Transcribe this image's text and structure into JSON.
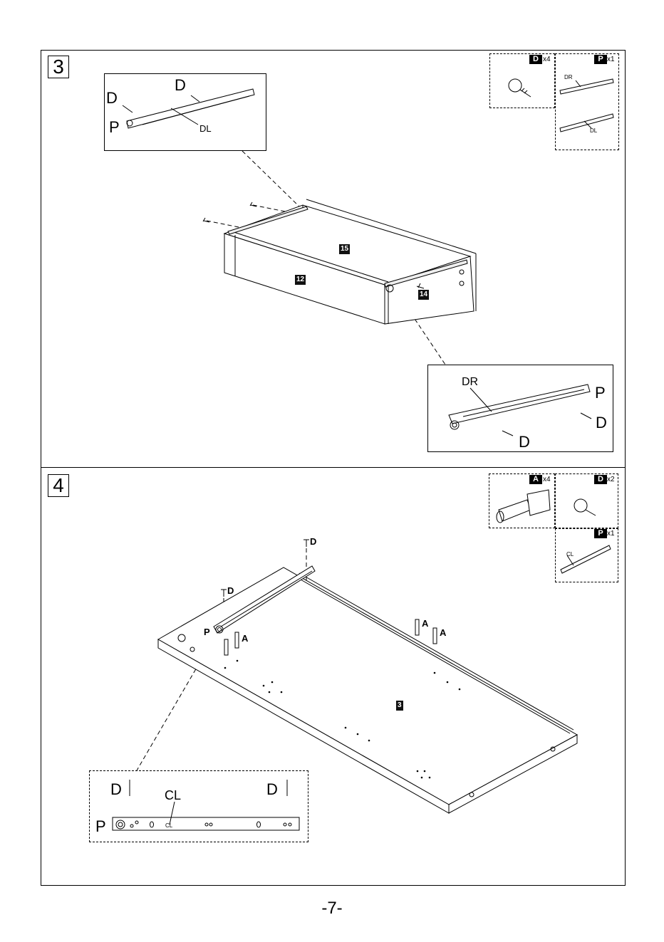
{
  "step3": {
    "number": "3",
    "inset_top": {
      "screw1": "D",
      "screw2": "D",
      "bracket": "P",
      "rail": "DL"
    },
    "inset_bottom": {
      "rail": "DR",
      "bracket": "P",
      "screw1": "D",
      "screw2": "D"
    },
    "parts_legend": [
      {
        "code": "D",
        "qty": "x4"
      },
      {
        "code": "P",
        "qty": "x1",
        "rail_upper": "DR",
        "rail_lower": "DL"
      }
    ],
    "panel_labels": [
      "15",
      "12",
      "14"
    ]
  },
  "step4": {
    "number": "4",
    "parts_legend": [
      {
        "code": "A",
        "qty": "x4"
      },
      {
        "code": "D",
        "qty": "x2"
      },
      {
        "code": "P",
        "qty": "x1",
        "rail": "CL"
      }
    ],
    "callouts": {
      "d_top": "D",
      "d_left": "D",
      "p": "P",
      "a_left": "A",
      "a_right1": "A",
      "a_right2": "A"
    },
    "panel_label": "3",
    "inset": {
      "screw1": "D",
      "screw2": "D",
      "rail": "CL",
      "rail_mark": "CL",
      "bracket": "P"
    }
  },
  "page_number": "-7-"
}
